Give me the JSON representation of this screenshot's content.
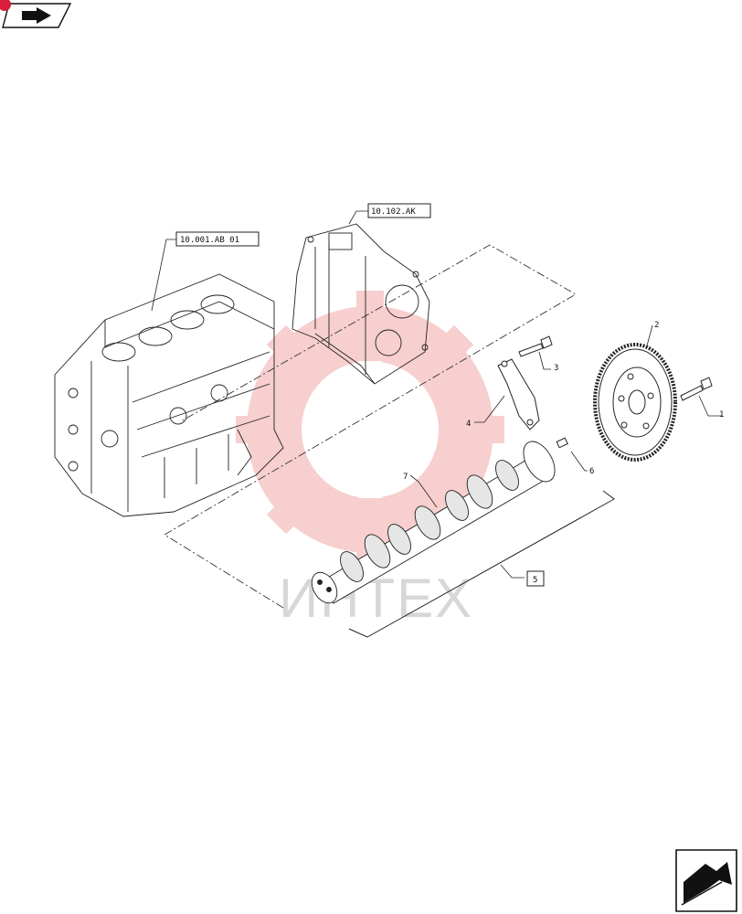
{
  "header": {
    "icon": "back-arrow-icon",
    "accent": "#d81e3a"
  },
  "references": {
    "block": "10.001.AB 01",
    "cover": "10.102.AK"
  },
  "callouts": {
    "c1": "1",
    "c2": "2",
    "c3": "3",
    "c4": "4",
    "c5": "5",
    "c6": "6",
    "c7": "7"
  },
  "watermark": {
    "text": "ИНТЕХ",
    "color": "#f0b8b8"
  },
  "footer": {
    "icon": "next-page-arrow-icon"
  }
}
